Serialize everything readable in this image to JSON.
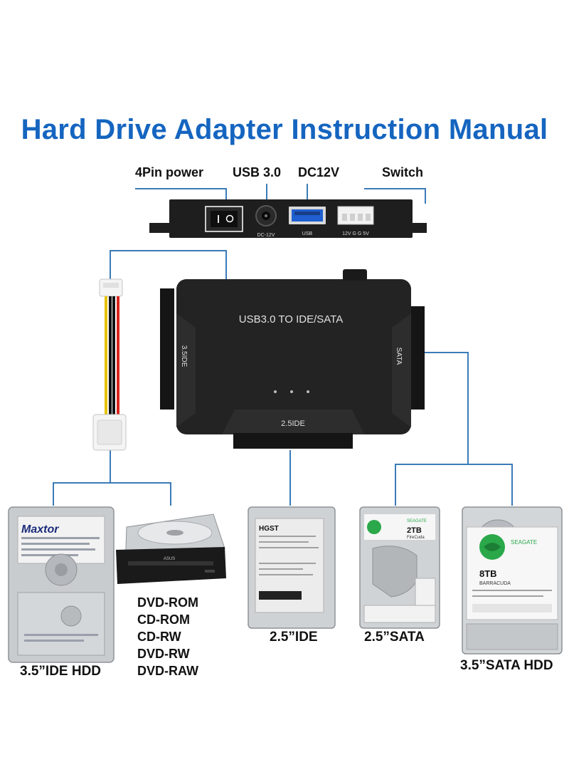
{
  "title": "Hard Drive Adapter Instruction Manual",
  "port_labels": {
    "power": "4Pin power",
    "usb": "USB 3.0",
    "dc": "DC12V",
    "switch": "Switch"
  },
  "port_marks": {
    "dc": "DC-12V",
    "usb": "USB",
    "power_pins": "12V G G 5V"
  },
  "adapter": {
    "model": "USB3.0 TO IDE/SATA",
    "left_port": "3.5IDE",
    "bottom_port": "2.5IDE",
    "right_port": "SATA"
  },
  "drives": {
    "ide35": {
      "label": "3.5”IDE HDD",
      "brand": "Maxtor"
    },
    "optical": {
      "formats": [
        "DVD-ROM",
        "CD-ROM",
        "CD-RW",
        "DVD-RW",
        "DVD-RAW"
      ],
      "brand": "ASUS"
    },
    "ide25": {
      "label": "2.5”IDE",
      "brand": "HGST"
    },
    "sata25": {
      "label": "2.5”SATA",
      "capacity": "2TB",
      "model": "FireCuda",
      "brand": "SEAGATE"
    },
    "sata35": {
      "label": "3.5”SATA HDD",
      "capacity": "8TB",
      "model": "BARRACUDA",
      "brand": "SEAGATE"
    }
  },
  "colors": {
    "title": "#1565c0",
    "lines": "#3a7bb8",
    "adapter": "#1e1e1e",
    "drive_silver": "#c9cccf",
    "seagate_green": "#2aa84a"
  }
}
